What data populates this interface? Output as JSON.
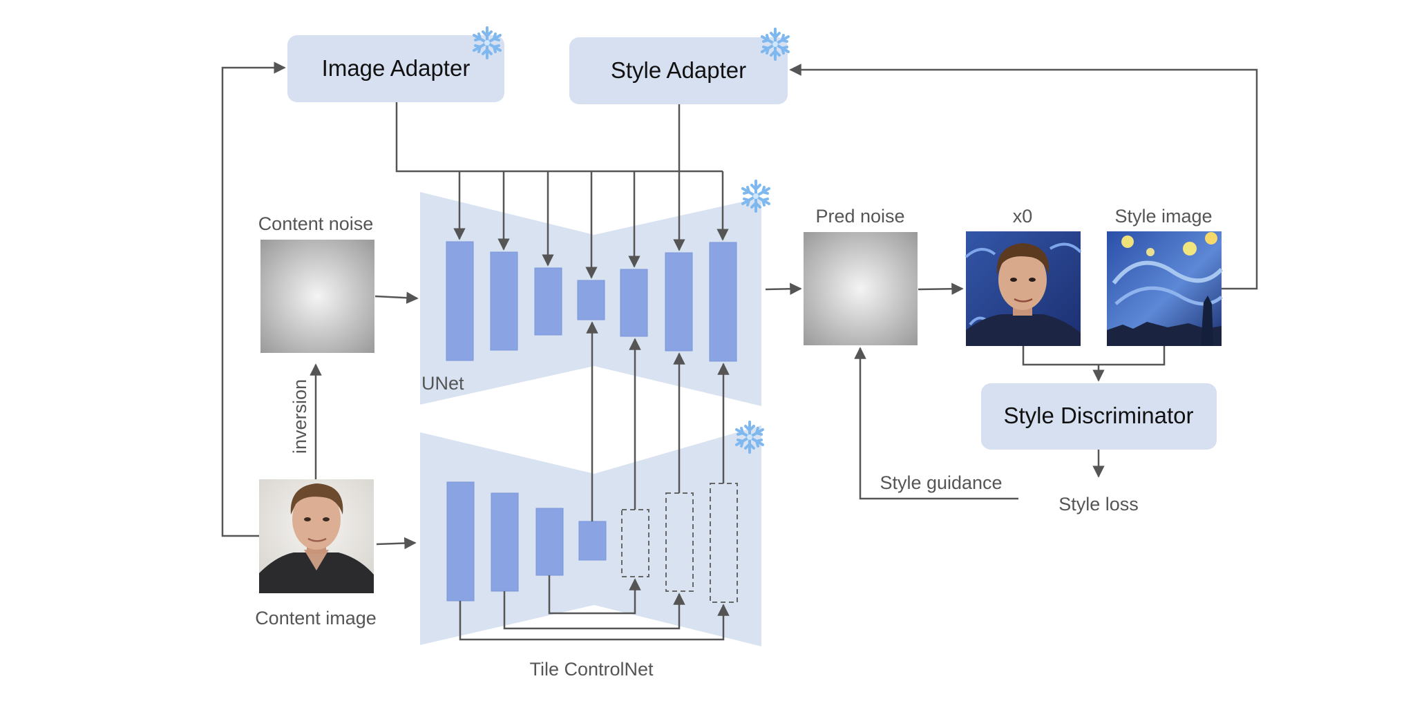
{
  "diagram": {
    "nodes": {
      "image_adapter": "Image Adapter",
      "style_adapter": "Style Adapter",
      "style_discriminator": "Style Discriminator",
      "unet": "UNet",
      "tile_controlnet": "Tile ControlNet"
    },
    "captions": {
      "content_noise": "Content noise",
      "content_image": "Content image",
      "inversion": "inversion",
      "pred_noise": "Pred noise",
      "x0": "x0",
      "style_image": "Style image",
      "style_guidance": "Style guidance",
      "style_loss": "Style loss"
    },
    "icons": {
      "frozen": "snowflake-icon",
      "portrait": "portrait-photo",
      "stylized_portrait": "stylized-portrait-image",
      "starry_night": "starry-night-style-image"
    },
    "colors": {
      "box_fill": "#d6e0f0",
      "trapezoid_fill": "#d9e2f1",
      "block_fill": "#8aa4e3",
      "edge": "#555555",
      "snowflake": "#7fb8ef"
    }
  }
}
